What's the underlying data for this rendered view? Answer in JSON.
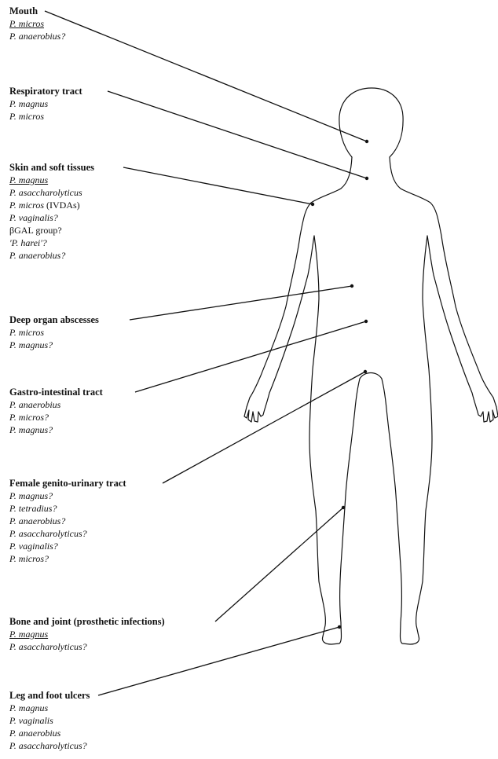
{
  "sites": [
    {
      "title": "Mouth",
      "organisms": [
        {
          "name": "P. micros",
          "underline": true
        },
        {
          "name": "P. anaerobius?"
        }
      ]
    },
    {
      "title": "Respiratory tract",
      "organisms": [
        {
          "name": "P. magnus"
        },
        {
          "name": "P. micros"
        }
      ]
    },
    {
      "title": "Skin and soft tissues",
      "organisms": [
        {
          "name": "P. magnus",
          "underline": true
        },
        {
          "name": "P. asaccharolyticus"
        },
        {
          "name": "P. micros",
          "note": " (IVDAs)"
        },
        {
          "name": "P. vaginalis?"
        },
        {
          "name": "βGAL group?",
          "roman": true
        },
        {
          "name": "'P. harei'?"
        },
        {
          "name": "P. anaerobius?"
        }
      ]
    },
    {
      "title": "Deep organ abscesses",
      "organisms": [
        {
          "name": "P. micros"
        },
        {
          "name": "P. magnus?"
        }
      ]
    },
    {
      "title": "Gastro-intestinal tract",
      "organisms": [
        {
          "name": "P. anaerobius"
        },
        {
          "name": "P. micros?"
        },
        {
          "name": "P. magnus?"
        }
      ]
    },
    {
      "title": "Female genito-urinary tract",
      "organisms": [
        {
          "name": "P. magnus?"
        },
        {
          "name": "P. tetradius?"
        },
        {
          "name": "P. anaerobius?"
        },
        {
          "name": "P. asaccharolyticus?"
        },
        {
          "name": "P. vaginalis?"
        },
        {
          "name": "P. micros?"
        }
      ]
    },
    {
      "title": "Bone and joint (prosthetic infections)",
      "organisms": [
        {
          "name": "P. magnus",
          "underline": true
        },
        {
          "name": "P. asaccharolyticus?"
        }
      ]
    },
    {
      "title": "Leg and foot ulcers",
      "organisms": [
        {
          "name": "P. magnus"
        },
        {
          "name": "P. vaginalis"
        },
        {
          "name": "P. anaerobius"
        },
        {
          "name": "P. asaccharolyticus?"
        }
      ]
    }
  ]
}
